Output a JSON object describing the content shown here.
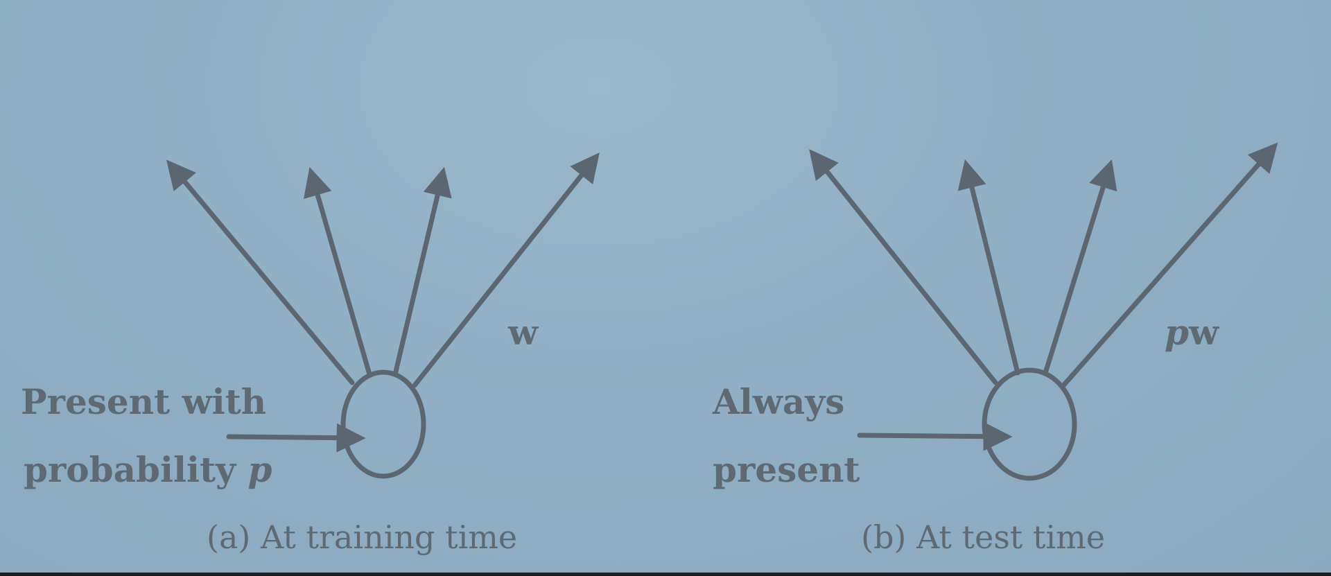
{
  "panel_a": {
    "input_label_line1": "Present with",
    "input_label_line2": "probability",
    "input_label_var": "p",
    "weight_label": "w",
    "caption": "(a) At training time"
  },
  "panel_b": {
    "input_label_line1": "Always",
    "input_label_line2": "present",
    "weight_label_var": "p",
    "weight_label_rest": "w",
    "caption": "(b) At test time"
  },
  "colors": {
    "background": "#8fafc3",
    "stroke": "#5c6670",
    "text": "#5f6972"
  }
}
